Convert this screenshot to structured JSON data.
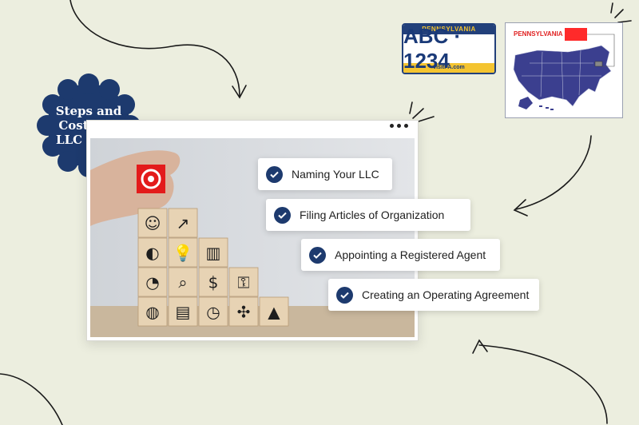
{
  "badge": {
    "title": "Steps and\nCosts for\nLLC in PA"
  },
  "steps": [
    "Naming Your LLC",
    "Filing Articles of Organization",
    "Appointing a Registered Agent",
    "Creating an Operating Agreement"
  ],
  "plate": {
    "state": "PENNSYLVANIA",
    "number": "ABC · 1234",
    "site": "visitPA.com"
  },
  "map": {
    "label": "PENNSYLVANIA"
  },
  "colors": {
    "background": "#eceedf",
    "badge": "#1d3a6e",
    "check": "#1d3a6e",
    "plate_blue": "#22407a",
    "plate_yellow": "#f4c430",
    "map_fill": "#3b3f8f",
    "pa_highlight": "#ff2a2a"
  },
  "icons": [
    "target-icon",
    "idea-person-icon",
    "chart-line-icon",
    "org-chart-icon",
    "gear-bulb-icon",
    "bar-chart-icon",
    "pie-chart-icon",
    "magnifier-icon",
    "money-bag-icon",
    "globe-gear-icon",
    "flowchart-icon",
    "clock-icon",
    "key-icon",
    "puzzle-icon",
    "pyramid-icon"
  ]
}
